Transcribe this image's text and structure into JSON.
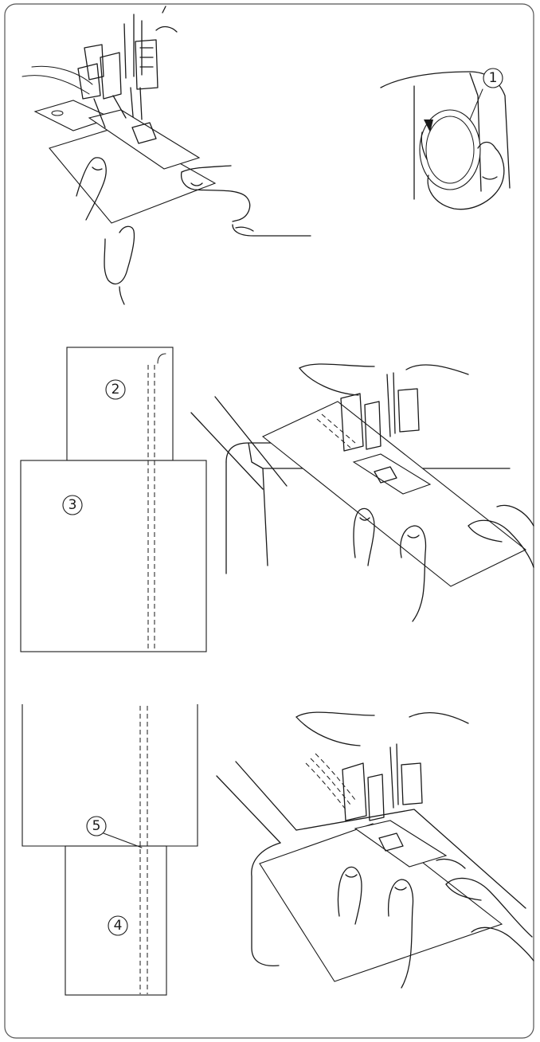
{
  "callouts": {
    "c1": "1",
    "c2": "2",
    "c3": "3",
    "c4": "4",
    "c5": "5"
  },
  "colors": {
    "line": "#1a1a1a",
    "border": "#555555",
    "background": "#ffffff"
  }
}
